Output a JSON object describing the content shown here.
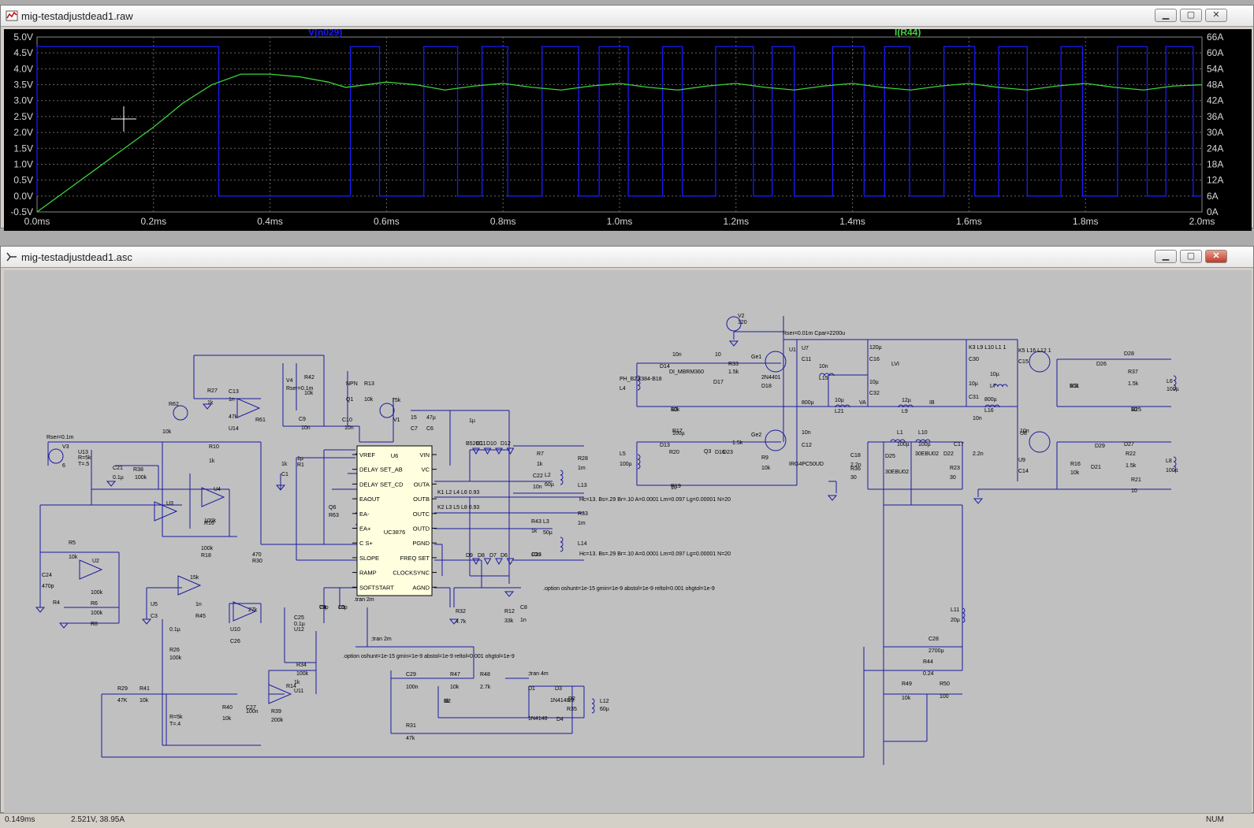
{
  "waveform_window": {
    "title": "mig-testadjustdead1.raw",
    "trace1_label": "V(n029)",
    "trace2_label": "I(R44)",
    "trace1_color": "#1a1aff",
    "trace2_color": "#3ad43a",
    "y_left_ticks": [
      "5.0V",
      "4.5V",
      "4.0V",
      "3.5V",
      "3.0V",
      "2.5V",
      "2.0V",
      "1.5V",
      "1.0V",
      "0.5V",
      "0.0V",
      "-0.5V"
    ],
    "y_right_ticks": [
      "66A",
      "60A",
      "54A",
      "48A",
      "42A",
      "36A",
      "30A",
      "24A",
      "18A",
      "12A",
      "6A",
      "0A"
    ],
    "x_ticks": [
      "0.0ms",
      "0.2ms",
      "0.4ms",
      "0.6ms",
      "0.8ms",
      "1.0ms",
      "1.2ms",
      "1.4ms",
      "1.6ms",
      "1.8ms",
      "2.0ms"
    ]
  },
  "schematic_window": {
    "title": "mig-testadjustdead1.asc",
    "ic": {
      "name": "UC3876",
      "ref": "U6",
      "left_pins": [
        "VREF",
        "DELAY SET_AB",
        "DELAY SET_CD",
        "EAOUT",
        "EA-",
        "EA+",
        "C S+",
        "SLOPE",
        "RAMP",
        "SOFTSTART"
      ],
      "right_pins": [
        "VIN",
        "VC",
        "OUTA",
        "OUTB",
        "OUTC",
        "OUTD",
        "PGND",
        "FREQ SET",
        "CLOCKSYNC",
        "AGND"
      ]
    },
    "labels": [
      "Rser=0.1m",
      "V3",
      "6",
      "U13",
      "R=5k",
      "T=.5",
      "C21",
      "0.1µ",
      "R38",
      "100k",
      "R10",
      "1k",
      "U4",
      "U3",
      "R16",
      "100k",
      "R5",
      "10k",
      "U2",
      "C24",
      "470p",
      "R4",
      "100k",
      "R6",
      "100k",
      "R8",
      "100k",
      "R18",
      "470",
      "R30",
      "15k",
      "U5",
      "C3",
      "1n",
      "R45",
      "27k",
      "U10",
      "C26",
      "0.1µ",
      "R26",
      "100k",
      "R29",
      "47K",
      "R41",
      "10k",
      "R40",
      "10k",
      "C27",
      "100n",
      "R39",
      "200k",
      "R14",
      "1k",
      "U11",
      "R34",
      "100k",
      "C25",
      "0.1µ",
      "U12",
      "R=5k",
      "T=.4",
      "R31",
      "47k",
      "R27",
      "1k",
      "C13",
      "1n",
      "R61",
      "47k",
      "U14",
      "R62",
      "10k",
      "V4",
      "Rser=0.1m",
      "R42",
      "10k",
      "C9",
      "10n",
      "NPN",
      "Q1",
      "R13",
      "10k",
      "C10",
      "10n",
      "Q6",
      "R63",
      "1k",
      "C1",
      "1µ",
      "R1",
      "75k",
      "V1",
      "15",
      "C7",
      "47µ",
      "C6",
      "1µ",
      "B520C",
      "D11",
      "D10",
      "D12",
      "D9",
      "D8",
      "D7",
      "D6",
      "R7",
      "1k",
      "L2",
      "60µ",
      "R28",
      "1m",
      "L13",
      "C22",
      "10n",
      "R43",
      "1k",
      "L3",
      "50µ",
      "R33",
      "1m",
      "L14",
      "C23",
      "10n",
      "R32",
      "4.7k",
      "R12",
      "33k",
      "C8",
      "1n",
      "C4",
      "75p",
      "C5",
      "10p",
      ".tran 2m",
      ";tran 2m",
      ";tran 4m",
      "C29",
      "100n",
      "R47",
      "10k",
      "R48",
      "2.7k",
      "R2",
      "1k",
      "D1",
      "1N4148",
      "D3",
      "1N4148",
      "D4",
      "D2",
      "L12",
      "60µ",
      "R35",
      "22",
      "V2",
      "120",
      "Rser=0.01m Cpar=2200u",
      "U1",
      "IRG4PC50UD",
      "U7",
      "C11",
      "10n",
      "C12",
      "10n",
      "L15",
      "120µ",
      "C16",
      "10µ",
      "C32",
      "10µ",
      "L21",
      "12µ",
      "L9",
      "800µ",
      "VA",
      "IB",
      "LVI",
      "K3 L9 L10 L1 1",
      "C30",
      "10µ",
      "C31",
      "10µ",
      "L7",
      "800µ",
      "L16",
      "10n",
      "K5 L16 L12 1",
      "C15",
      "10n",
      "U8",
      "U9",
      "C14",
      "10n",
      "D14",
      "DI_MBRM360",
      "R33",
      "1.5k",
      "D17",
      "2N4401",
      "D18",
      "R3",
      "10k",
      "R17",
      "10",
      "PH_BZX384-B18",
      "L4",
      "100µ",
      "D13",
      "R20",
      "1.5k",
      "D23",
      "D16",
      "Q3",
      "R9",
      "10k",
      "R19",
      "10",
      "L5",
      "100µ",
      "Ge1",
      "Ge2",
      "C18",
      "2.2n",
      "D25",
      "30EBU02",
      "R36",
      "30",
      "L1",
      "100µ",
      "L10",
      "100µ",
      "30EBU02",
      "D22",
      "C17",
      "2.2n",
      "R23",
      "30",
      "D28",
      "D26",
      "R11",
      "10k",
      "R37",
      "1.5k",
      "R25",
      "10",
      "L6",
      "100µ",
      "D27",
      "D29",
      "R16",
      "10k",
      "D21",
      "R22",
      "1.5k",
      "R21",
      "10",
      "L8",
      "100µ",
      "L11",
      "20µ",
      "C28",
      "2700µ",
      "R44",
      "0.24",
      "R49",
      "10k",
      "R50",
      "100"
    ],
    "coupling1": "K1 L2 L4 L6 0.93",
    "coupling2": "K2 L3 L5 L8 0.93",
    "core1": "Hc=13. Bs=.29 Br=.10 A=0.0001 Lm=0.097 Lg=0.00001 N=20",
    "core2": "Hc=13. Bs=.29 Br=.10 A=0.0001 Lm=0.097 Lg=0.00001 N=20",
    "option1": ".option oshunt=1e-15 gmin=1e-9 abstol=1e-9 reltol=0.001 ohgtol=1e-9",
    "option2": ".option oshunt=1e-15 gmin=1e-9 abstol=1e-9 reltol=0.001 ohgtol=1e-9"
  },
  "status": {
    "left": "0.149ms",
    "mid": "2.521V, 38.95A",
    "right": "NUM"
  },
  "chart_data": {
    "type": "line",
    "x_range": [
      0,
      2.0
    ],
    "x_unit": "ms",
    "left_axis_range": [
      -0.5,
      5.0
    ],
    "right_axis_range": [
      0,
      66
    ],
    "series": [
      {
        "name": "V(n029)",
        "axis": "left",
        "high_intervals_ms": [
          [
            0.0,
            0.312
          ],
          [
            0.538,
            0.588
          ],
          [
            0.664,
            0.722
          ],
          [
            0.764,
            0.808
          ],
          [
            0.867,
            0.93
          ],
          [
            0.965,
            1.015
          ],
          [
            1.074,
            1.108
          ],
          [
            1.165,
            1.23
          ],
          [
            1.262,
            1.3
          ],
          [
            1.366,
            1.42
          ],
          [
            1.455,
            1.498
          ],
          [
            1.557,
            1.61
          ],
          [
            1.651,
            1.7
          ],
          [
            1.758,
            1.795
          ],
          [
            1.855,
            1.906
          ],
          [
            1.938,
            1.985
          ]
        ],
        "high_value": 4.7,
        "low_value": 0.0
      },
      {
        "name": "I(R44)",
        "axis": "right",
        "points": [
          [
            0.0,
            0
          ],
          [
            0.05,
            8
          ],
          [
            0.1,
            16
          ],
          [
            0.15,
            24
          ],
          [
            0.2,
            32
          ],
          [
            0.25,
            41
          ],
          [
            0.3,
            48
          ],
          [
            0.35,
            52
          ],
          [
            0.4,
            52
          ],
          [
            0.45,
            51
          ],
          [
            0.5,
            49
          ],
          [
            0.53,
            47
          ],
          [
            0.6,
            49
          ],
          [
            0.65,
            48
          ],
          [
            0.7,
            46
          ],
          [
            0.75,
            47.5
          ],
          [
            0.8,
            48.5
          ],
          [
            0.85,
            47
          ],
          [
            0.9,
            46
          ],
          [
            0.95,
            47.5
          ],
          [
            1.0,
            48.5
          ],
          [
            1.05,
            47
          ],
          [
            1.1,
            46
          ],
          [
            1.15,
            47.5
          ],
          [
            1.2,
            48.5
          ],
          [
            1.25,
            47
          ],
          [
            1.3,
            46
          ],
          [
            1.35,
            47.5
          ],
          [
            1.4,
            48.5
          ],
          [
            1.45,
            47
          ],
          [
            1.5,
            46
          ],
          [
            1.55,
            47.5
          ],
          [
            1.6,
            48.5
          ],
          [
            1.65,
            47
          ],
          [
            1.7,
            46
          ],
          [
            1.75,
            47.5
          ],
          [
            1.8,
            48.5
          ],
          [
            1.85,
            47
          ],
          [
            1.9,
            46
          ],
          [
            1.95,
            47.5
          ],
          [
            2.0,
            48
          ]
        ]
      }
    ],
    "grid": true
  }
}
